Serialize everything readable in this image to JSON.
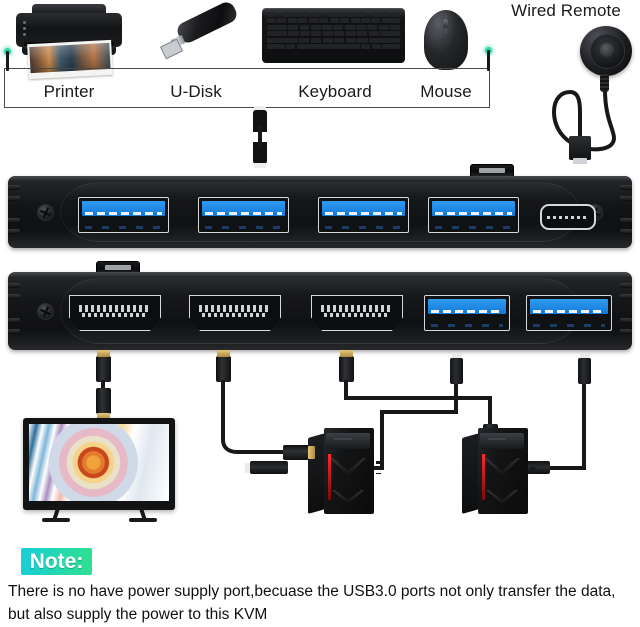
{
  "diagram": {
    "title_visible": false,
    "peripherals": [
      {
        "id": "printer",
        "label": "Printer"
      },
      {
        "id": "u-disk",
        "label": "U-Disk"
      },
      {
        "id": "keyboard",
        "label": "Keyboard"
      },
      {
        "id": "mouse",
        "label": "Mouse"
      }
    ],
    "remote": {
      "label": "Wired Remote"
    },
    "colors": {
      "connection_dot": "#2fd6a8",
      "usb3_blue": "#2f9cf0",
      "note_badge_start": "#18cfd7",
      "note_badge_end": "#2fe08f",
      "device_body": "#141517",
      "cable": "#17181a",
      "hdmi_gold": "#c9a14d",
      "pc_accent_red": "#ff2a2a"
    },
    "top_device": {
      "name": "USB 3.0 peripheral port bank",
      "ports": [
        {
          "type": "usb-a-3.0",
          "label": ""
        },
        {
          "type": "usb-a-3.0",
          "label": ""
        },
        {
          "type": "usb-a-3.0",
          "label": ""
        },
        {
          "type": "usb-a-3.0",
          "label": ""
        },
        {
          "type": "usb-c",
          "label": ""
        }
      ],
      "button": "switch-button"
    },
    "bottom_device": {
      "name": "HDMI and host USB port bank",
      "ports": [
        {
          "type": "hdmi",
          "label": ""
        },
        {
          "type": "hdmi",
          "label": ""
        },
        {
          "type": "hdmi",
          "label": ""
        },
        {
          "type": "usb-a-3.0",
          "label": ""
        },
        {
          "type": "usb-a-3.0",
          "label": ""
        }
      ],
      "button": "switch-button"
    },
    "sinks": [
      {
        "id": "tv",
        "label": ""
      },
      {
        "id": "pc1",
        "label": ""
      },
      {
        "id": "pc2",
        "label": ""
      }
    ],
    "note": {
      "badge": "Note:",
      "line1": "There is no have power supply port,becuase the USB3.0 ports not only transfer the data,",
      "line2": "but also supply the power to this KVM"
    }
  }
}
